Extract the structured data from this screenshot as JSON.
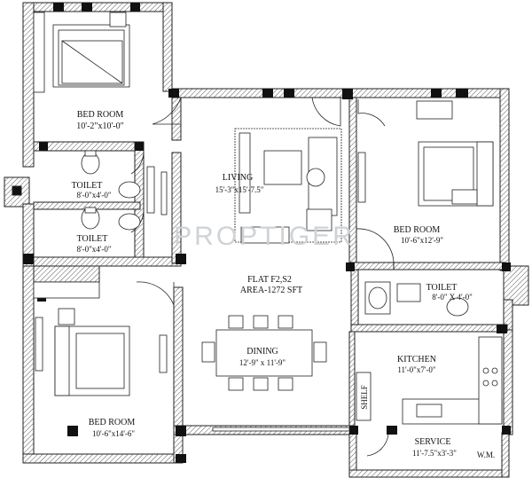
{
  "plan": {
    "flat_label": "FLAT F2,S2",
    "area_label": "AREA-1272 SFT",
    "watermark": "PROPTIGER",
    "rooms": {
      "bedroom_top": {
        "name": "BED ROOM",
        "size": "10'-2\"x10'-0\""
      },
      "toilet_1": {
        "name": "TOILET",
        "size": "8'-0\"x4'-0\""
      },
      "toilet_2": {
        "name": "TOILET",
        "size": "8'-0\"x4'-0\""
      },
      "living": {
        "name": "LIVING",
        "size": "15'-3\"x15'-7.5\""
      },
      "bedroom_right": {
        "name": "BED ROOM",
        "size": "10'-6\"x12'-9\""
      },
      "toilet_3": {
        "name": "TOILET",
        "size": "8'-0\" X 4'-0\""
      },
      "dining": {
        "name": "DINING",
        "size": "12'-9\" x 11'-9\""
      },
      "kitchen": {
        "name": "KITCHEN",
        "size": "11'-0\"x7'-0\""
      },
      "bedroom_bottom": {
        "name": "BED ROOM",
        "size": "10'-6\"x14'-6\""
      },
      "service": {
        "name": "SERVICE",
        "size": "11'-7.5\"x3'-3\""
      }
    },
    "shelf_label": "SHELF",
    "wm_label": "W.M."
  }
}
